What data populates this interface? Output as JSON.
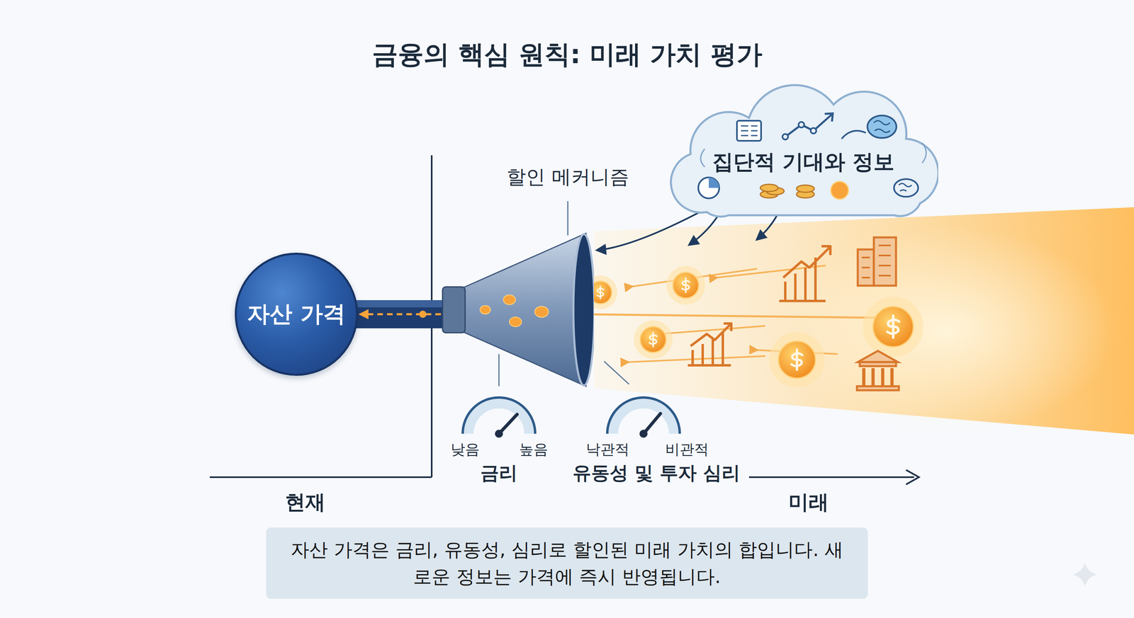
{
  "diagram": {
    "title": "금융의 핵심 원칙: 미래 가치 평가",
    "caption": "자산 가격은 금리, 유동성, 심리로 할인된 미래 가치의 합입니다. 새로운 정보는 가격에 즉시 반영됩니다.",
    "nodes": [
      {
        "text": [
          "자산 가격"
        ]
      },
      {
        "text": [
          "할인 메커니즘"
        ]
      },
      {
        "text": [
          "집단적 기대와 정보"
        ]
      }
    ],
    "edges": [
      {
        "from": 2,
        "to": 1,
        "arrow": "to"
      },
      {
        "from": 1,
        "to": 0,
        "arrow": "to"
      }
    ],
    "labels": [
      "낮음",
      "높음",
      "금리",
      "낙관적",
      "비관적",
      "유동성 및 투자 심리",
      "현재",
      "미래"
    ]
  }
}
